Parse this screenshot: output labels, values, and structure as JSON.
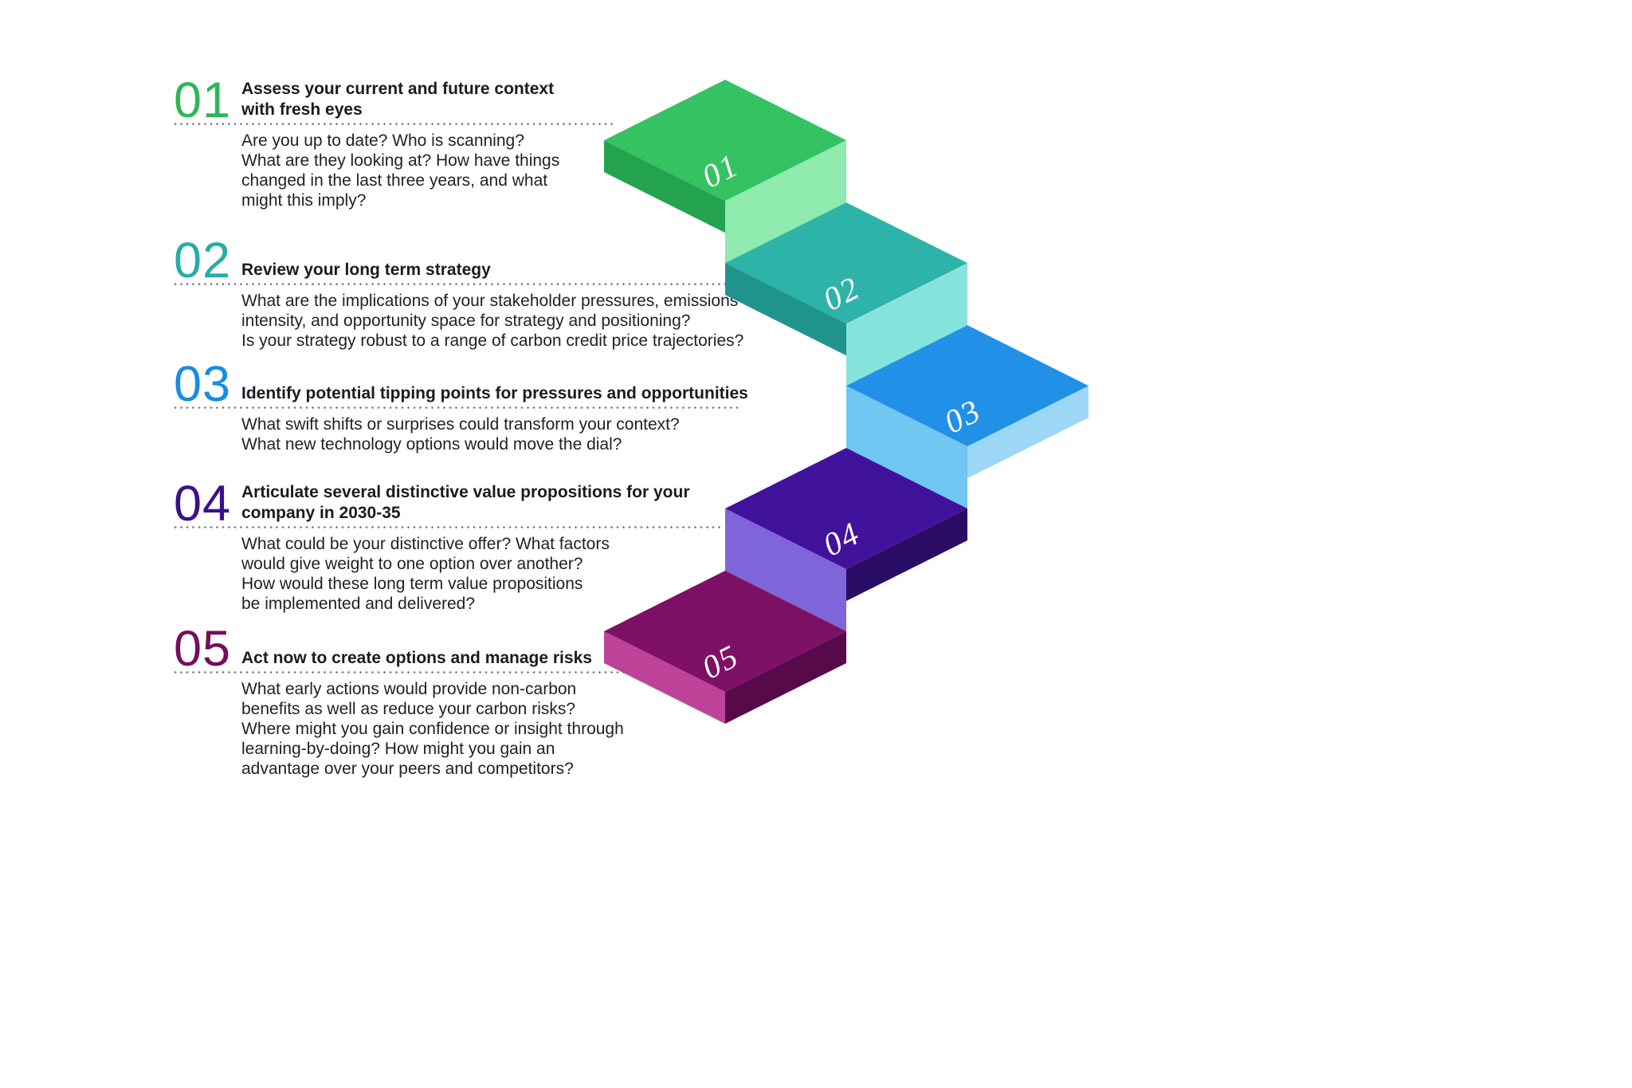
{
  "palette": {
    "background": "#ffffff",
    "title_text": "#1a1a24",
    "body_text": "#1f1f28",
    "divider_dots": "#82828c",
    "stair_number_text": "#ffffff"
  },
  "steps": [
    {
      "number": "01",
      "title": "Assess your current and future context\nwith fresh eyes",
      "description": "Are you up to date? Who is scanning?\nWhat are they looking at? How have things\nchanged in the last three years, and what\nmight this imply?",
      "color": "#2db757",
      "faces": {
        "top": "#35c263",
        "left": "#23a350",
        "right": "#8feaae"
      }
    },
    {
      "number": "02",
      "title": "Review your long term strategy",
      "description": "What are the implications of your stakeholder pressures, emissions\nintensity, and opportunity space for strategy and positioning?\nIs your strategy robust to a range of carbon credit price trajectories?",
      "color": "#27acaa",
      "faces": {
        "top": "#2eb3ab",
        "left": "#1f938c",
        "right": "#84e3da"
      }
    },
    {
      "number": "03",
      "title": "Identify potential tipping points for pressures and opportunities",
      "description": "What swift shifts or surprises could transform your context?\nWhat new technology options would move the dial?",
      "color": "#188ce5",
      "faces": {
        "top": "#2191e8",
        "left": "#6fc7f2",
        "right": "#9dd7f8"
      }
    },
    {
      "number": "04",
      "title": "Articulate several distinctive value propositions for your\ncompany in 2030-35",
      "description": "What could be your distinctive offer? What factors\nwould give weight to one option over another?\nHow would these long term value propositions\nbe implemented and delivered?",
      "color": "#3d108a",
      "faces": {
        "top": "#41129b",
        "left": "#7e66da",
        "right": "#2a0b66"
      }
    },
    {
      "number": "05",
      "title": "Act now to create options and manage risks",
      "description": "What early actions would provide non-carbon\nbenefits as well as reduce your carbon risks?\nWhere might you gain confidence or insight through\nlearning-by-doing? How might you gain an\nadvantage over your peers and competitors?",
      "color": "#750e5c",
      "faces": {
        "top": "#7e1065",
        "left": "#bd4399",
        "right": "#58094a"
      }
    }
  ]
}
